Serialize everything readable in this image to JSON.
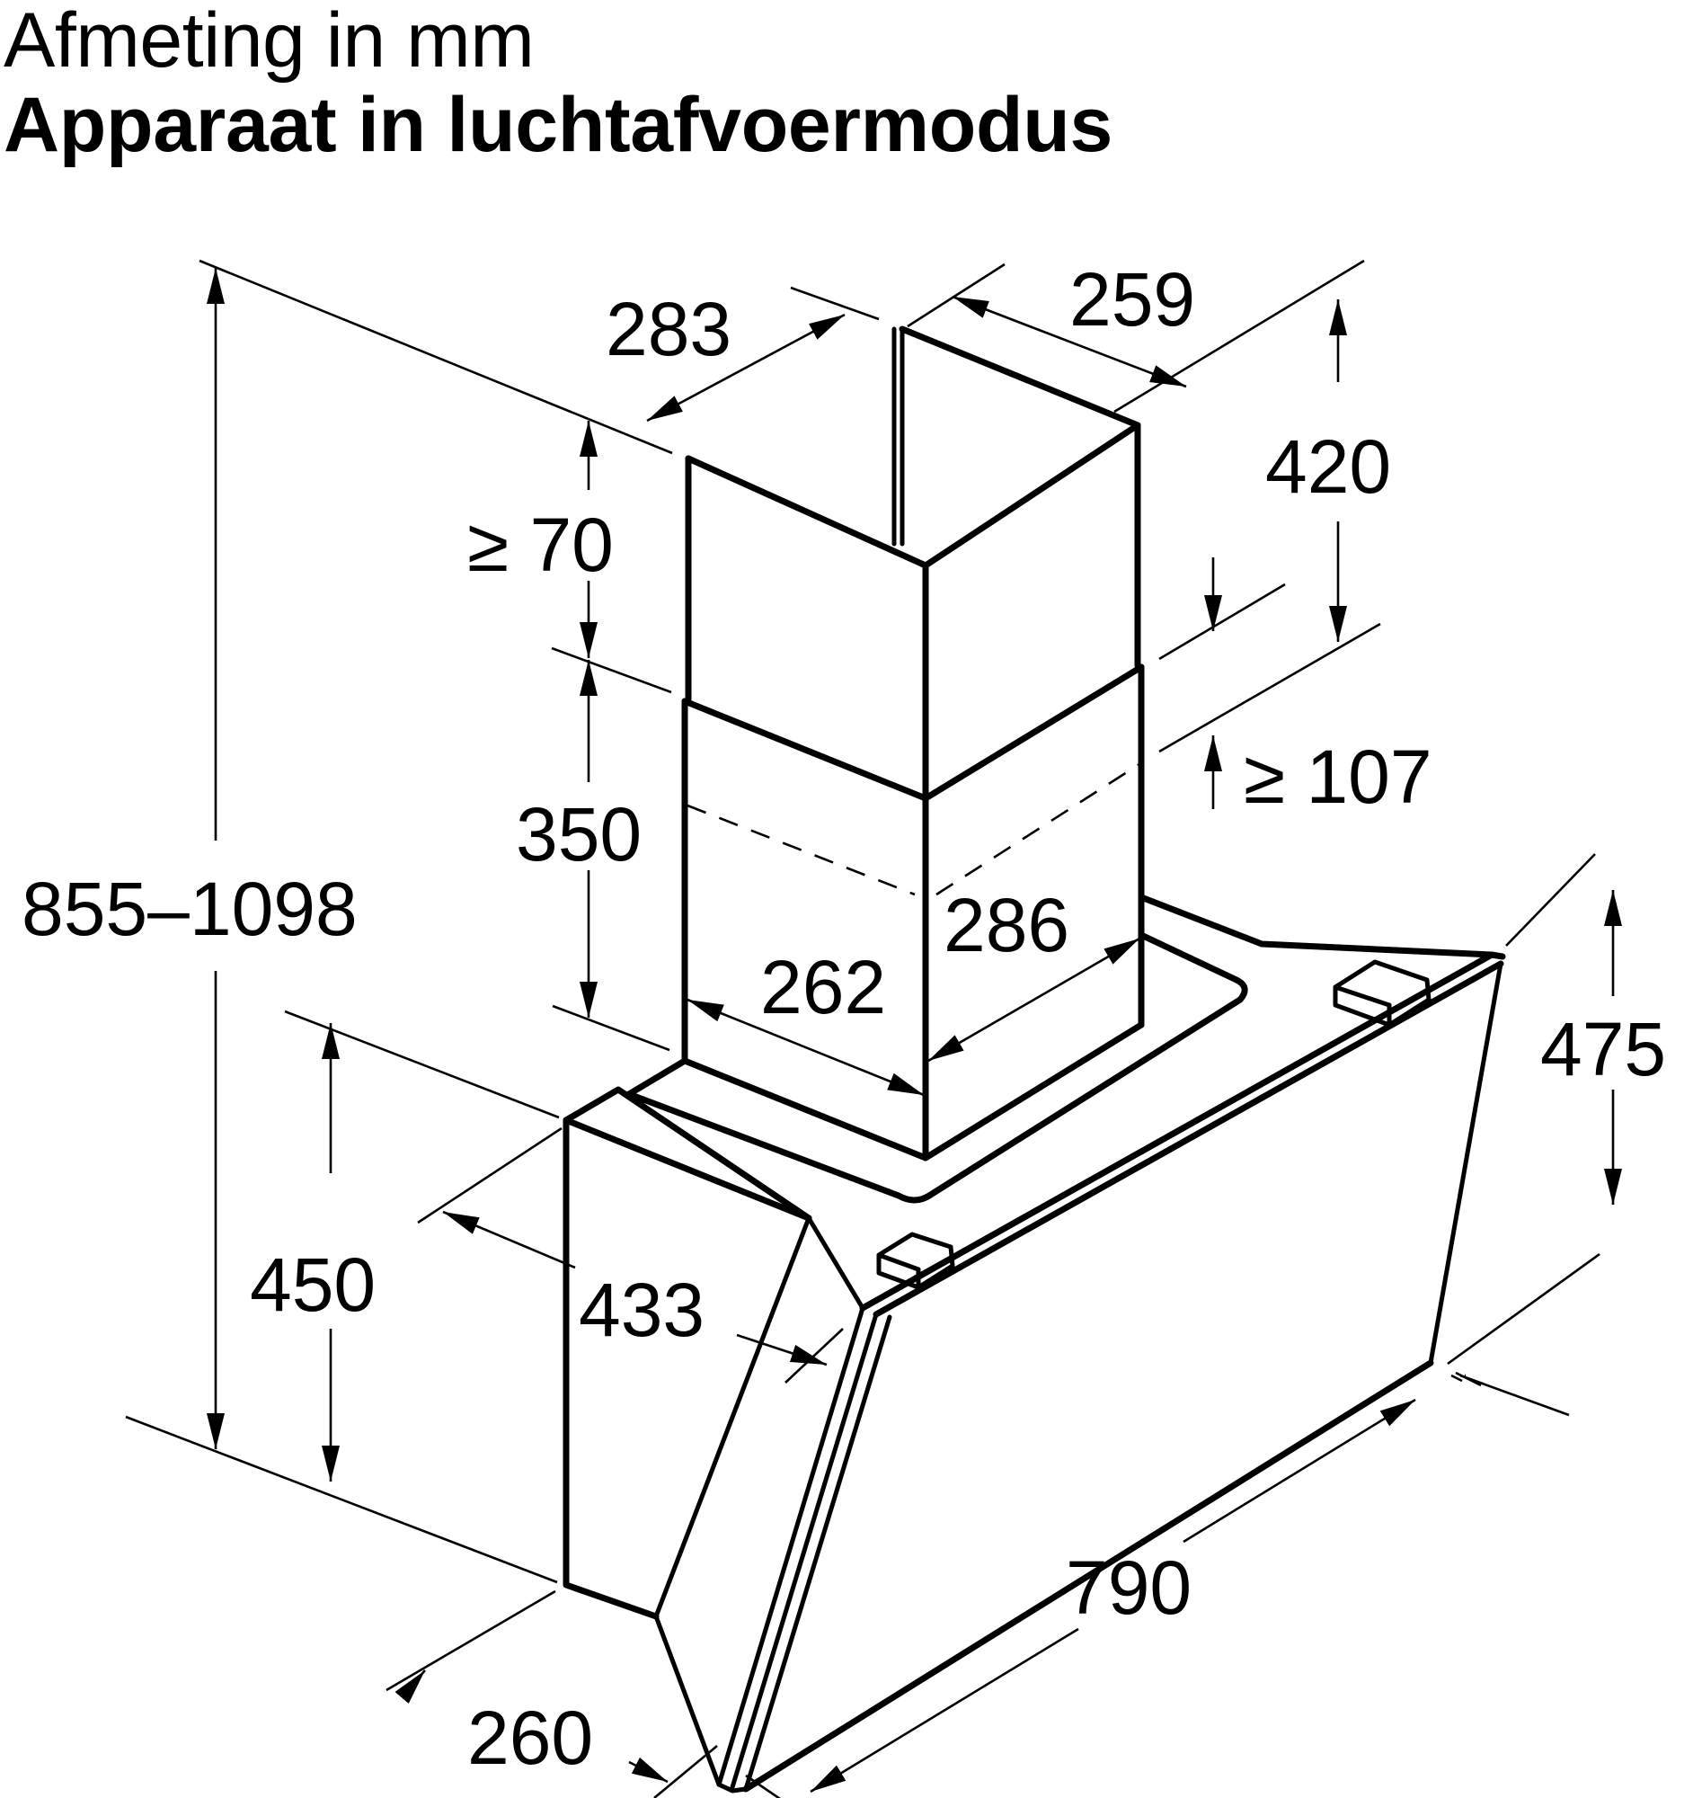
{
  "header": {
    "title": "Afmeting in mm",
    "subtitle": "Apparaat in luchtafvoermodus"
  },
  "drawing": {
    "subject": "cooker-hood-wall-mounted-inclined",
    "units": "mm",
    "line_color": "#000000",
    "background_color": "#ffffff",
    "dimensions": {
      "total_height": "855–1098",
      "chimney_upper_depth": "283",
      "chimney_upper_width": "259",
      "chimney_upper_height": "420",
      "ceiling_clearance": "≥ 70",
      "chimney_lower_height": "350",
      "duct_gap": "≥ 107",
      "chimney_lower_depth": "262",
      "chimney_lower_width": "286",
      "hood_height": "450",
      "hood_depth": "433",
      "front_panel_height": "475",
      "hood_width": "790",
      "bottom_depth": "260"
    }
  }
}
